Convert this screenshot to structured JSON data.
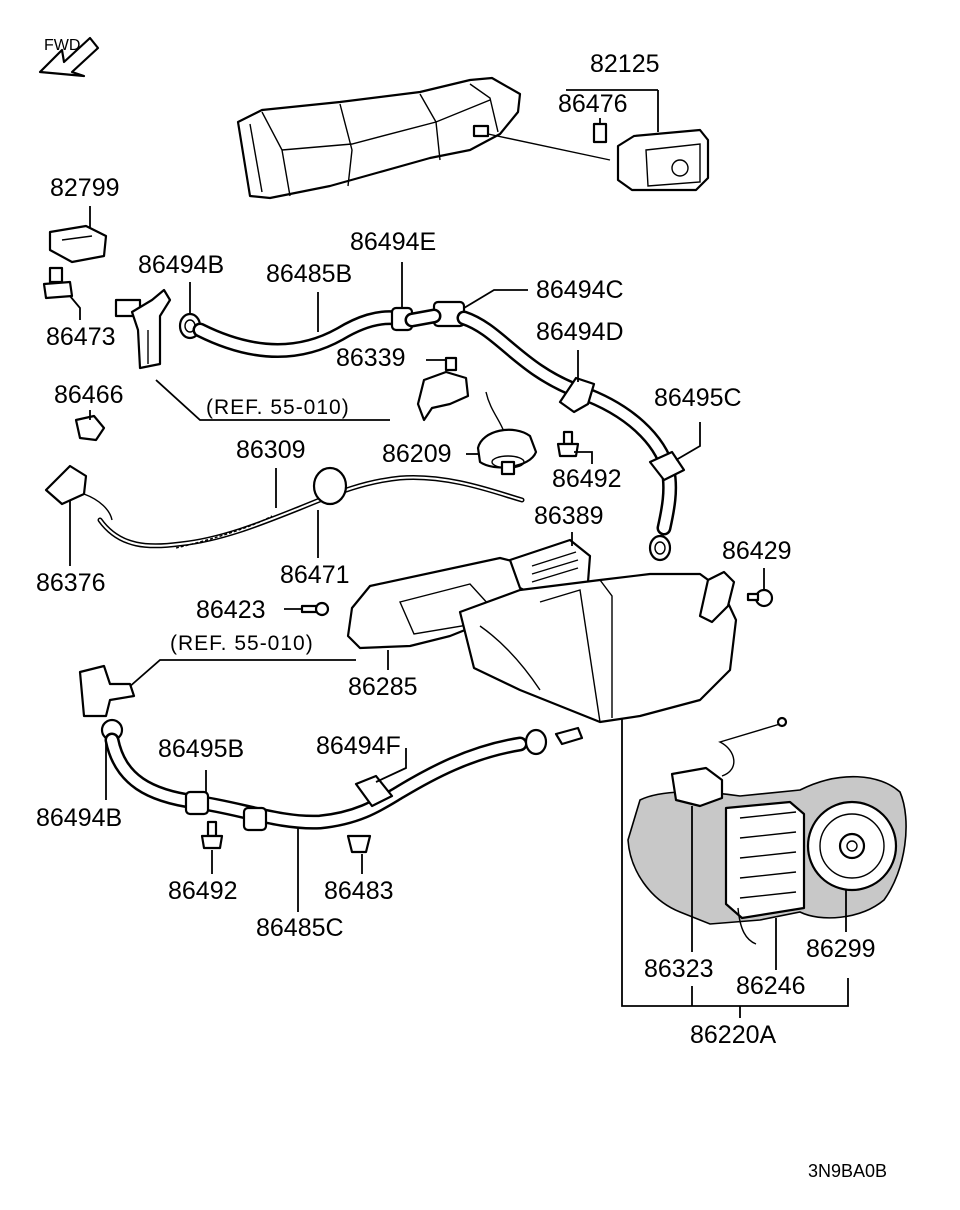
{
  "orientation": {
    "fwd_label": "FWD"
  },
  "part_numbers": {
    "p82125": "82125",
    "p86476": "86476",
    "p82799": "82799",
    "p86473": "86473",
    "p86494B_top": "86494B",
    "p86485B": "86485B",
    "p86494E": "86494E",
    "p86494C": "86494C",
    "p86494D": "86494D",
    "p86339": "86339",
    "p86466": "86466",
    "p86495C": "86495C",
    "p86309": "86309",
    "p86209": "86209",
    "p86492_top": "86492",
    "p86389": "86389",
    "p86376": "86376",
    "p86471": "86471",
    "p86429": "86429",
    "p86423": "86423",
    "p86285": "86285",
    "p86495B": "86495B",
    "p86494F": "86494F",
    "p86494B_bottom": "86494B",
    "p86492_bottom": "86492",
    "p86483": "86483",
    "p86485C": "86485C",
    "p86323": "86323",
    "p86246": "86246",
    "p86299": "86299",
    "p86220A": "86220A"
  },
  "references": {
    "ref_top": "(REF. 55-010)",
    "ref_mid": "(REF. 55-010)"
  },
  "diagram_code": "3N9BA0B"
}
